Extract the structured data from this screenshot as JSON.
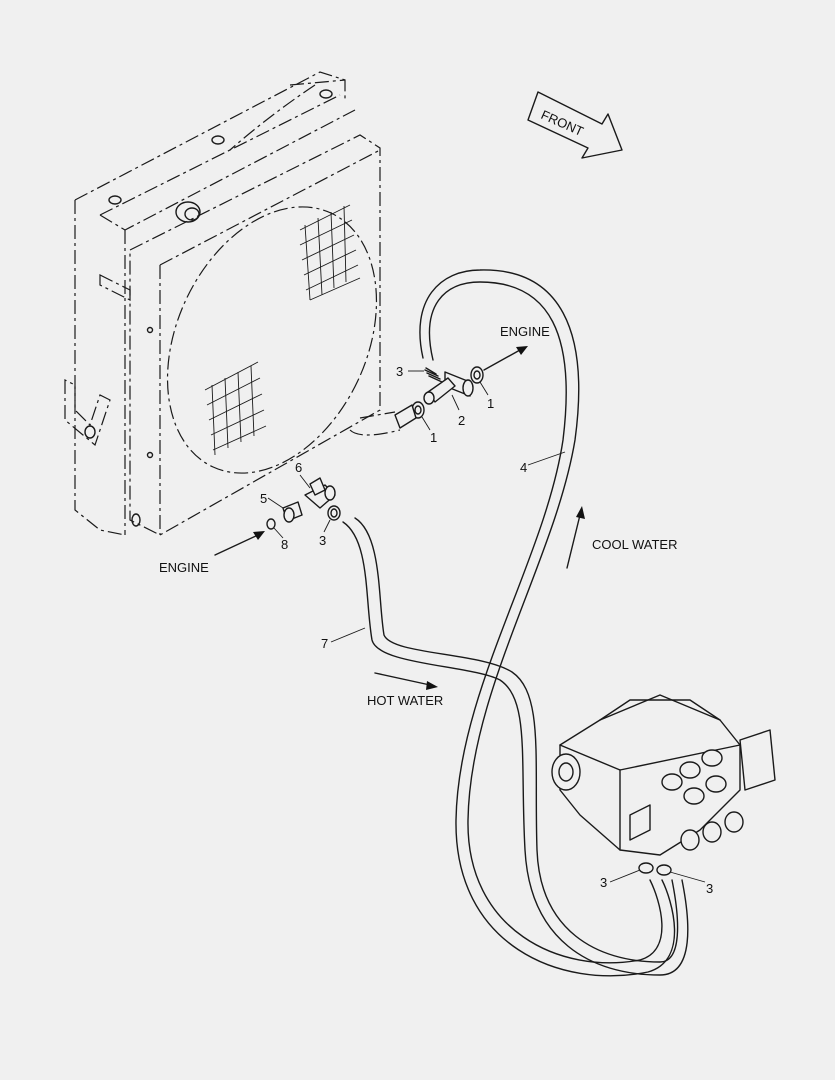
{
  "labels": {
    "front": "FRONT",
    "engine_top": "ENGINE",
    "engine_left": "ENGINE",
    "cool_water": "COOL WATER",
    "hot_water": "HOT WATER"
  },
  "callouts": {
    "c1a": "1",
    "c1b": "1",
    "c2": "2",
    "c3a": "3",
    "c3b": "3",
    "c3c": "3",
    "c3d": "3",
    "c4": "4",
    "c5": "5",
    "c6": "6",
    "c7": "7",
    "c8": "8"
  }
}
